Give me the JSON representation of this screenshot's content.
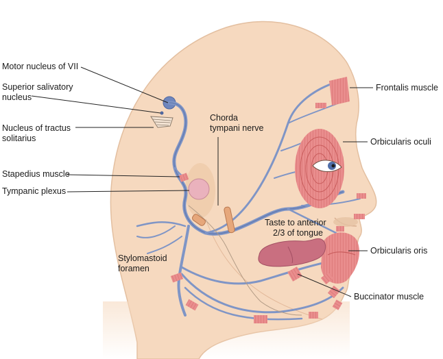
{
  "labels": {
    "motor_nucleus": "Motor nucleus of VII",
    "superior_salivatory_1": "Superior salivatory",
    "superior_salivatory_2": "nucleus",
    "nucleus_tractus_1": "Nucleus of tractus",
    "nucleus_tractus_2": "solitarius",
    "stapedius": "Stapedius muscle",
    "tympanic": "Tympanic plexus",
    "chorda_1": "Chorda",
    "chorda_2": "tympani nerve",
    "stylomastoid_1": "Stylomastoid",
    "stylomastoid_2": "foramen",
    "taste_1": "Taste to anterior",
    "taste_2": "2/3 of tongue",
    "frontalis": "Frontalis muscle",
    "orbicularis_oculi": "Orbicularis oculi",
    "orbicularis_oris": "Orbicularis oris",
    "buccinator": "Buccinator muscle"
  },
  "colors": {
    "skin": "#f6d9bf",
    "skin_shadow": "#ecc7a7",
    "nerve": "#7f95c6",
    "nerve_dark": "#4f679f",
    "muscle": "#e98d8d",
    "muscle_line": "#c95c5c",
    "tongue": "#c96f80",
    "leader": "#222222"
  }
}
